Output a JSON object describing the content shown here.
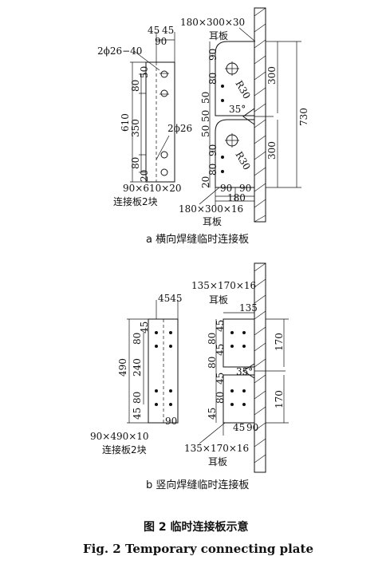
{
  "figure": {
    "caption_cn": "图 2   临时连接板示意",
    "caption_en": "Fig. 2   Temporary connecting plate"
  },
  "panel_a": {
    "caption": "a  横向焊缝临时连接板",
    "top_plate_label": "180×300×30",
    "top_plate_name": "耳板",
    "bottom_plate_label": "180×300×16",
    "bottom_plate_name": "耳板",
    "bolt_label": "2ϕ26−40",
    "pin_label": "2ϕ26",
    "connector_size": "90×610×20",
    "connector_name": "连接板2块",
    "dims": {
      "d45a": "45",
      "d45b": "45",
      "d90top": "90",
      "d610": "610",
      "d350": "350",
      "d80a": "80",
      "d80b": "80",
      "d20": "20",
      "d50a": "50",
      "r90a": "90",
      "r80a": "80",
      "r50a": "50",
      "r50b": "50",
      "r50c": "50",
      "r90b": "90",
      "r80b": "80",
      "r20": "20",
      "d300a": "300",
      "d300b": "300",
      "d730": "730",
      "r30a": "R30",
      "r30b": "R30",
      "angle": "35°",
      "b90a": "90",
      "b90b": "90",
      "b180": "180"
    }
  },
  "panel_b": {
    "caption": "b  竖向焊缝临时连接板",
    "top_plate_label": "135×170×16",
    "top_plate_name": "耳板",
    "bottom_plate_label": "135×170×16",
    "bottom_plate_name": "耳板",
    "connector_size": "90×490×10",
    "connector_name": "连接板2块",
    "dims": {
      "d4545": "4545",
      "d490": "490",
      "d240": "240",
      "d80a": "80",
      "d45a": "45",
      "d80b": "80",
      "d45b": "45",
      "d90": "90",
      "d135": "135",
      "r45a": "45",
      "r80a": "80",
      "r45b": "45",
      "r80b": "80",
      "r45c": "45",
      "r80c": "80",
      "r45d": "45",
      "d170a": "170",
      "d170b": "170",
      "angle": "35°",
      "b45": "45",
      "b90": "90"
    }
  }
}
